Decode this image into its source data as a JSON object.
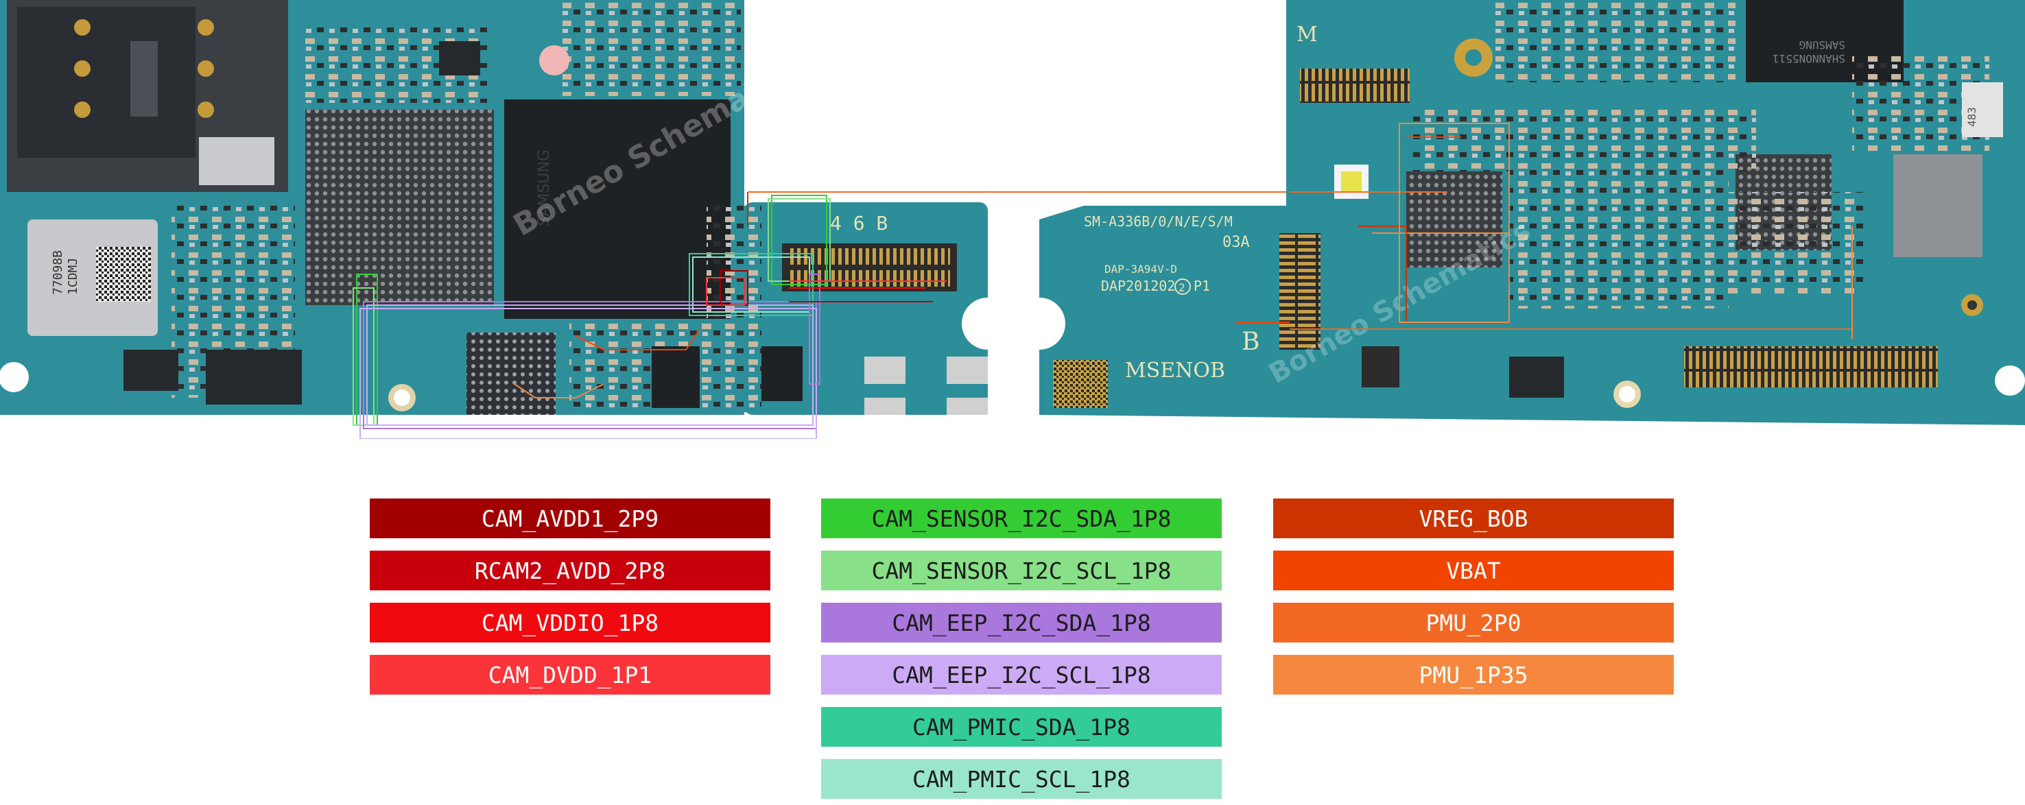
{
  "board_text": {
    "watermark": "Borneo Schematics",
    "model": "SM-A336B/0/N/E/S/M",
    "rev": "03A",
    "code1": "DAP-3A94V-D",
    "code2": "DAP201202",
    "code2_circle": "2",
    "code2_suffix": "P1",
    "side_label": "MSENOB",
    "chip_label": "SHANNON5511",
    "chip_label2": "SAMSUNG",
    "connector_label": "4 6 B",
    "m_label": "M",
    "b_label": "B",
    "module_code1": "77098B",
    "module_code2": "1CDMJ",
    "icon_num": "483"
  },
  "legend": {
    "col1": [
      {
        "label": "CAM_AVDD1_2P9",
        "color": "#a20000"
      },
      {
        "label": "RCAM2_AVDD_2P8",
        "color": "#c8000c"
      },
      {
        "label": "CAM_VDDIO_1P8",
        "color": "#f00a10"
      },
      {
        "label": "CAM_DVDD_1P1",
        "color": "#fb343a"
      }
    ],
    "col2": [
      {
        "label": "CAM_SENSOR_I2C_SDA_1P8",
        "color": "#33cc33"
      },
      {
        "label": "CAM_SENSOR_I2C_SCL_1P8",
        "color": "#88e088"
      },
      {
        "label": "CAM_EEP_I2C_SDA_1P8",
        "color": "#aa77dd"
      },
      {
        "label": "CAM_EEP_I2C_SCL_1P8",
        "color": "#ccaaf5"
      },
      {
        "label": "CAM_PMIC_SDA_1P8",
        "color": "#33cc99"
      },
      {
        "label": "CAM_PMIC_SCL_1P8",
        "color": "#99e6cc"
      }
    ],
    "col3": [
      {
        "label": "VREG_BOB",
        "color": "#cc3300"
      },
      {
        "label": "VBAT",
        "color": "#f04400"
      },
      {
        "label": "PMU_2P0",
        "color": "#f26822"
      },
      {
        "label": "PMU_1P35",
        "color": "#f5883e"
      }
    ]
  }
}
